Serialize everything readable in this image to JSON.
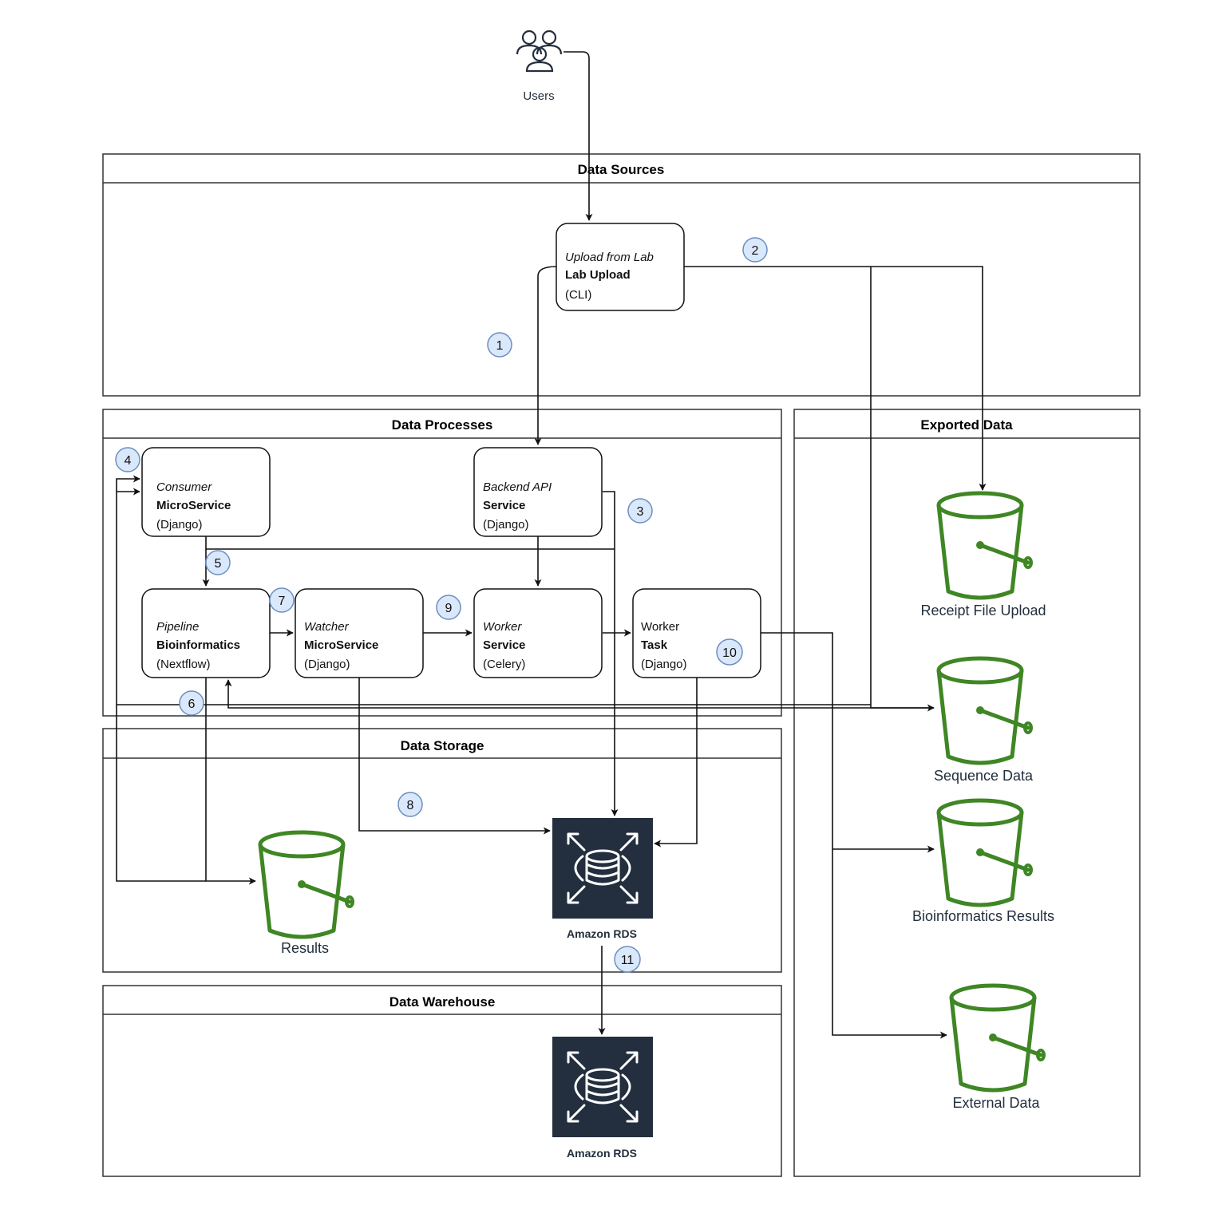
{
  "actors": {
    "users": {
      "label": "Users",
      "icon": "users-icon"
    }
  },
  "groups": {
    "data_sources": "Data Sources",
    "data_processes": "Data Processes",
    "exported_data": "Exported Data",
    "data_storage": "Data Storage",
    "data_warehouse": "Data Warehouse"
  },
  "components": {
    "lab_upload": {
      "italic": "Upload from Lab",
      "bold": "Lab Upload",
      "plain": "(CLI)"
    },
    "consumer": {
      "italic": "Consumer",
      "bold": "MicroService",
      "plain": "(Django)"
    },
    "backend_api": {
      "italic": "Backend API",
      "bold": "Service",
      "plain": "(Django)"
    },
    "pipeline": {
      "italic": "Pipeline",
      "bold": "Bioinformatics",
      "plain": "(Nextflow)"
    },
    "watcher": {
      "italic": "Watcher",
      "bold": "MicroService",
      "plain": "(Django)"
    },
    "worker_service": {
      "italic": "Worker",
      "bold": "Service",
      "plain": "(Celery)"
    },
    "worker_task": {
      "italic": "Worker",
      "bold": "Task",
      "plain": "(Django)"
    }
  },
  "buckets": {
    "receipt": "Receipt File Upload",
    "sequence": "Sequence Data",
    "bioinformatics": "Bioinformatics Results",
    "external": "External Data",
    "results": "Results"
  },
  "databases": {
    "storage_rds": "Amazon RDS",
    "warehouse_rds": "Amazon RDS"
  },
  "steps": [
    "1",
    "2",
    "3",
    "4",
    "5",
    "6",
    "7",
    "8",
    "9",
    "10",
    "11"
  ],
  "colors": {
    "bucket": "#3f8624",
    "rds_bg": "#232f3e",
    "badge_fill": "#dae8fc",
    "badge_stroke": "#6c8ebf",
    "line": "#111111"
  }
}
